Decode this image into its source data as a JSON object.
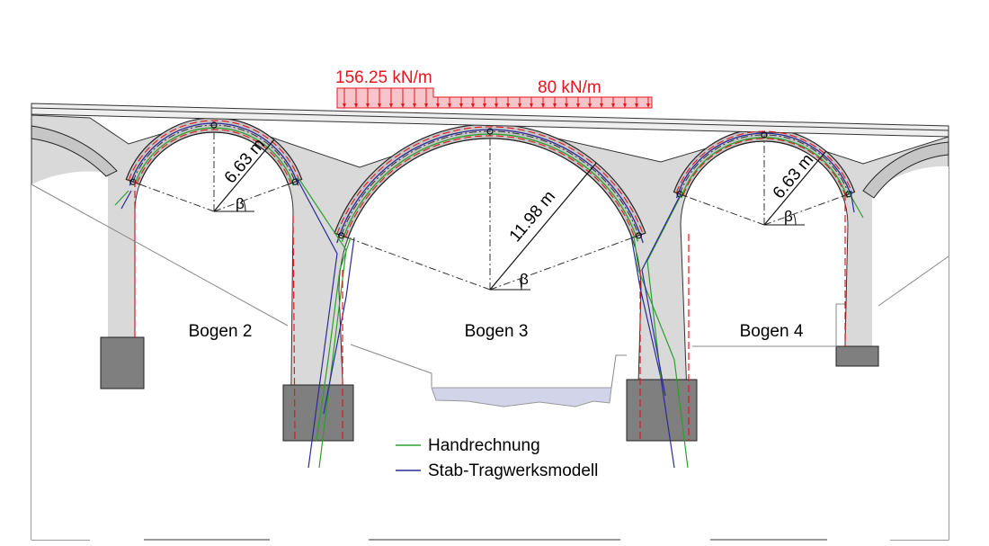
{
  "loads": {
    "high": "156.25 kN/m",
    "low": "80 kN/m"
  },
  "arches": [
    {
      "label": "Bogen 2",
      "radius": "6.63 m",
      "angle": "β"
    },
    {
      "label": "Bogen 3",
      "radius": "11.98 m",
      "angle": "β"
    },
    {
      "label": "Bogen 4",
      "radius": "6.63 m",
      "angle": "β"
    }
  ],
  "legend": [
    {
      "label": "Handrechnung",
      "color": "#2ca02c"
    },
    {
      "label": "Stab-Tragwerksmodell",
      "color": "#2b2b9a"
    }
  ],
  "colors": {
    "load": "#e8141e",
    "load_fill": "#f7c5c9",
    "masonry": "#d9d9d9",
    "ring": "#c6c6c6",
    "foundation": "#7f7f7f",
    "water": "#d2d5ea",
    "centerline": "#e8141e"
  }
}
